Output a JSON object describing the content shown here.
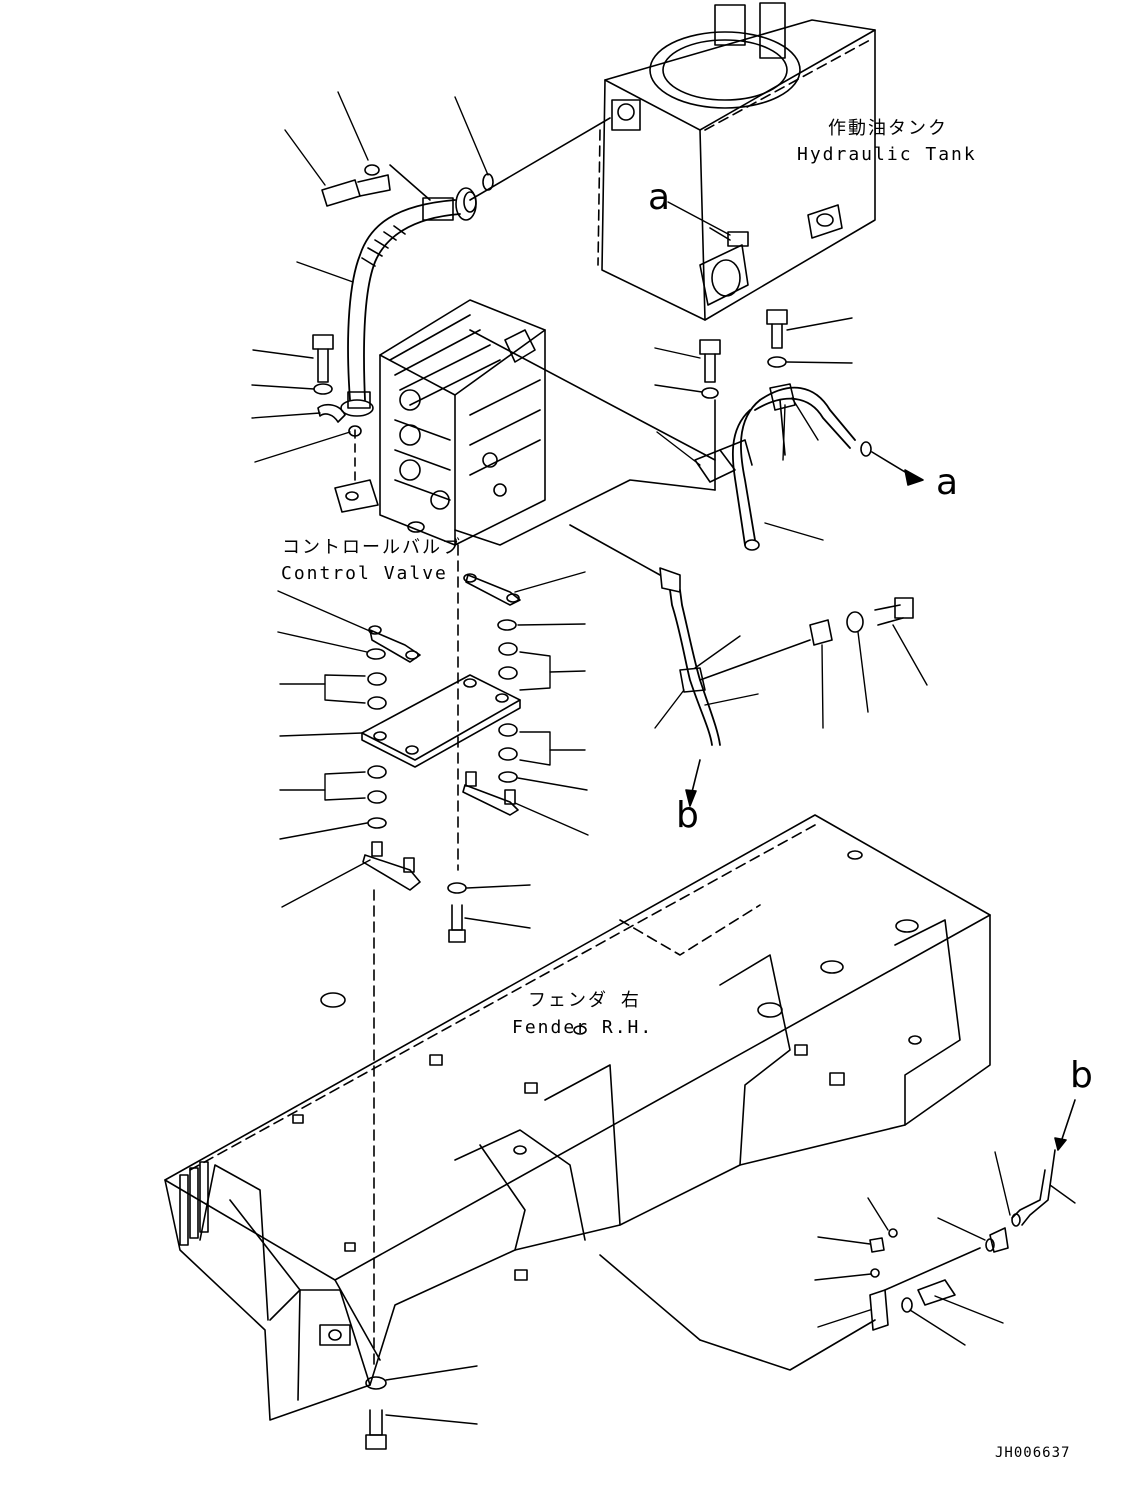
{
  "labels": {
    "hydraulic_tank_jp": "作動油タンク",
    "hydraulic_tank_en": "Hydraulic Tank",
    "control_valve_jp": "コントロールバルブ",
    "control_valve_en": "Control Valve",
    "fender_jp": "フェンダ 右",
    "fender_en": "Fender R.H."
  },
  "markers": {
    "a_top": "a",
    "a_right": "a",
    "b_middle": "b",
    "b_right": "b"
  },
  "document_id": "JH006637"
}
